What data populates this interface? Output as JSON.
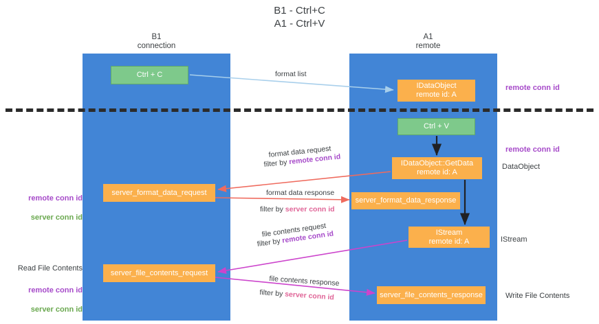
{
  "diagram": {
    "title": "B1 - Ctrl+C\nA1 - Ctrl+V",
    "lanes": [
      {
        "name": "B1",
        "sub": "connection",
        "label": "B1\nconnection"
      },
      {
        "name": "A1",
        "sub": "remote",
        "label": "A1\nremote"
      }
    ],
    "boxes": {
      "ctrl_c": "Ctrl + C",
      "idataobject": "IDataObject\nremote id: A",
      "ctrl_v": "Ctrl + V",
      "getdata": "IDataObject::GetData\nremote id: A",
      "server_format_data_request": "server_format_data_request",
      "server_format_data_response": "server_format_data_response",
      "istream": "IStream\nremote id: A",
      "server_file_contents_request": "server_file_contents_request",
      "server_file_contents_response": "server_file_contents_response"
    },
    "arrow_labels": {
      "format_list": "format list",
      "format_data_request": "format data request",
      "format_data_request_filter_prefix": "filter by ",
      "format_data_request_filter_id": "remote conn id",
      "format_data_response": "format data response",
      "format_data_response_filter_prefix": "filter by ",
      "format_data_response_filter_id": "server conn id",
      "file_contents_request": "file contents request",
      "file_contents_request_filter_prefix": "filter by ",
      "file_contents_request_filter_id": "remote conn id",
      "file_contents_response": "file contents response",
      "file_contents_response_filter_prefix": "filter by ",
      "file_contents_response_filter_id": "server conn id"
    },
    "annotations": {
      "remote_conn_id_top": "remote conn id",
      "remote_conn_id_mid": "remote conn id",
      "dataobject": "DataObject",
      "istream": "IStream",
      "write_file_contents": "Write File Contents",
      "read_file_contents": "Read File Contents",
      "left_ids_mid": "remote conn id\nserver conn id",
      "left_ids_bottom": "remote conn id\nserver conn id"
    },
    "colors": {
      "lane": "#4285d6",
      "green_box": "#7ec98b",
      "orange_box": "#fbb04c",
      "remote_conn_id": "#a64ac9",
      "server_conn_id_green": "#6aa84f",
      "server_conn_id_pink": "#e06698",
      "arrow_blue": "#a8cfeb",
      "arrow_red": "#ef6b5e",
      "arrow_pink": "#cc44cc",
      "arrow_dark": "#202124",
      "divider": "#2b2b2b"
    }
  }
}
